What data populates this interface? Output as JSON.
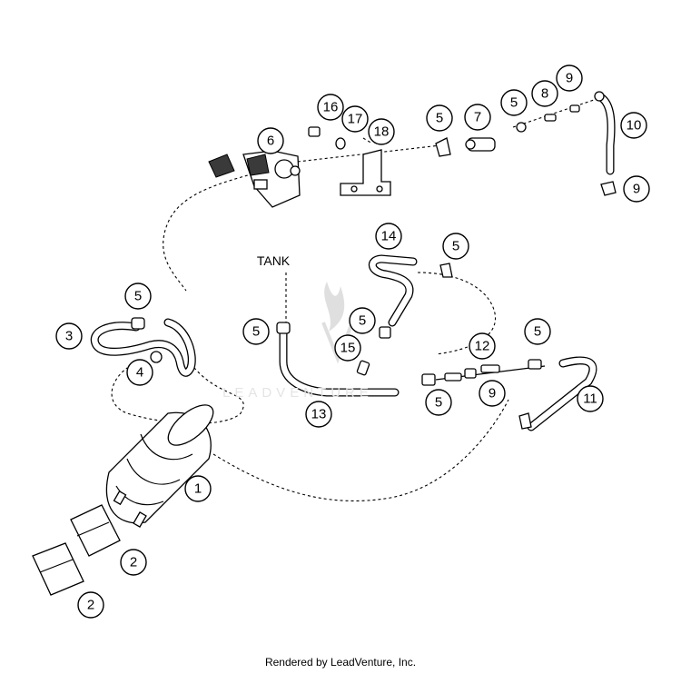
{
  "diagram": {
    "tank_label": "TANK",
    "footer": "Rendered by LeadVenture, Inc.",
    "watermark": "LEADVENTURE",
    "callouts": [
      "1",
      "2",
      "2",
      "3",
      "4",
      "5",
      "5",
      "5",
      "5",
      "5",
      "5",
      "5",
      "5",
      "6",
      "7",
      "8",
      "9",
      "9",
      "9",
      "10",
      "11",
      "12",
      "13",
      "14",
      "15",
      "16",
      "17",
      "18"
    ]
  }
}
